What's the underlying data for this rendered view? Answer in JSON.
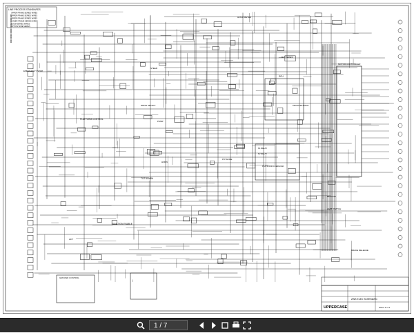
{
  "legend": {
    "title": "LINE PROCESS STANDARDS",
    "items": [
      "UPPER FRAME SERIES WIRES",
      "UPPER FRAME SERIES WIRES",
      "UPPER FRAME SERIES WIRES",
      "LOWER FRAME SERIES WIRES",
      "BOOM SERIES WIRES",
      "OPTION WIRE SERIES"
    ]
  },
  "labels": {
    "platform_control": "PLATFORM CONTROL",
    "ground_control": "GROUND CONTROL",
    "tilt_alarm": "TILT ALARM",
    "function_enable": "FUNCTION ENABLE",
    "horn": "HORN",
    "motor_controller": "MOTOR CONTROLLER",
    "drive_select": "DRIVE SELECT",
    "steer": "STEER",
    "lift": "LIFT",
    "hour_meter": "HOUR METER",
    "batteries": "BATTERIES",
    "relay_k1": "K1 RELAY",
    "relay_k2": "K2 RELAY",
    "ecu": "ECU",
    "pump": "PUMP",
    "proportional": "PROPORTIONAL",
    "brake": "BRAKE RELEASE",
    "emergency_stop": "EMERGENCY STOP",
    "platform_overload": "PLATFORM OVERLOAD",
    "beacon": "BEACON",
    "limit_switch": "LIMIT SWITCH",
    "pothole": "POTHOLE"
  },
  "title_block": {
    "company": "UPPERCASE",
    "title": "ZWS ELEC SCHEMATIC",
    "sheet": "Sheet 1 of 1"
  },
  "toolbar": {
    "page_current": "1",
    "page_total": "7",
    "page_display": "1 / 7",
    "icons": [
      "magnify-icon",
      "prev-page-icon",
      "next-page-icon",
      "rotate-icon",
      "print-icon",
      "fullscreen-icon"
    ]
  },
  "colors": {
    "line": "#1a1a1a",
    "toolbar_bg": "#2b2b2b"
  }
}
